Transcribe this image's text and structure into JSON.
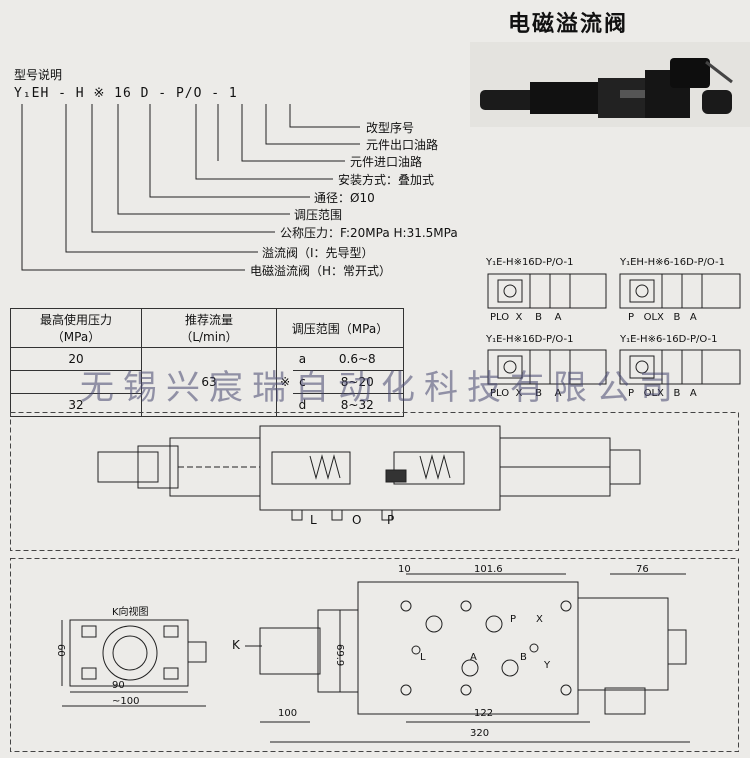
{
  "title": "电磁溢流阀",
  "model": {
    "caption": "型号说明",
    "code": "Y₁EH - H ※ 16 D - P/O - 1",
    "legend": [
      "改型序号",
      "元件出口油路",
      "元件进口油路",
      "安装方式：叠加式",
      "通径：Ø10",
      "调压范围",
      "公称压力：F:20MPa    H:31.5MPa",
      "溢流阀（I：先导型）",
      "电磁溢流阀（H：常开式）"
    ]
  },
  "table": {
    "col1_header": "最高使用压力",
    "col1_unit": "（MPa）",
    "col2_header": "推荐流量",
    "col2_unit": "（L/min）",
    "col3_header": "调压范围（MPa）",
    "rows": [
      {
        "pressure": "20",
        "flow": "63",
        "code": "a",
        "range": "0.6~8"
      },
      {
        "pressure": "",
        "flow": "",
        "code": "c",
        "range": "8~20"
      },
      {
        "pressure": "32",
        "flow": "",
        "code": "d",
        "range": "8~32"
      }
    ],
    "mark": "※"
  },
  "schematics": [
    {
      "label": "Y₁E-H※16D-P/O-1",
      "ports": [
        "P",
        "L",
        "O",
        "X",
        "B",
        "A"
      ]
    },
    {
      "label": "Y₁EH-H※6-16D-P/O-1",
      "ports": [
        "P",
        "O",
        "L",
        "X",
        "B",
        "A"
      ]
    },
    {
      "label": "Y₁E-H※16D-P/O-1",
      "ports": [
        "P",
        "L",
        "O",
        "X",
        "B",
        "A"
      ]
    },
    {
      "label": "Y₁E-H※6-16D-P/O-1",
      "ports": [
        "P",
        "O",
        "L",
        "X",
        "B",
        "A"
      ]
    }
  ],
  "section_labels": [
    "L",
    "O",
    "P"
  ],
  "watermark": "无锡兴宸瑞自动化科技有限公司",
  "dimensions": {
    "front_width": "90",
    "front_total": "~100",
    "front_height": "60",
    "k_view": "K向视图",
    "k_arrow": "K",
    "d10": "10",
    "d1016": "101.6",
    "d76": "76",
    "d100": "100",
    "d122": "122",
    "d320": "320",
    "d699": "69.9",
    "ports": [
      "P",
      "X",
      "L",
      "A",
      "B",
      "Y"
    ]
  }
}
